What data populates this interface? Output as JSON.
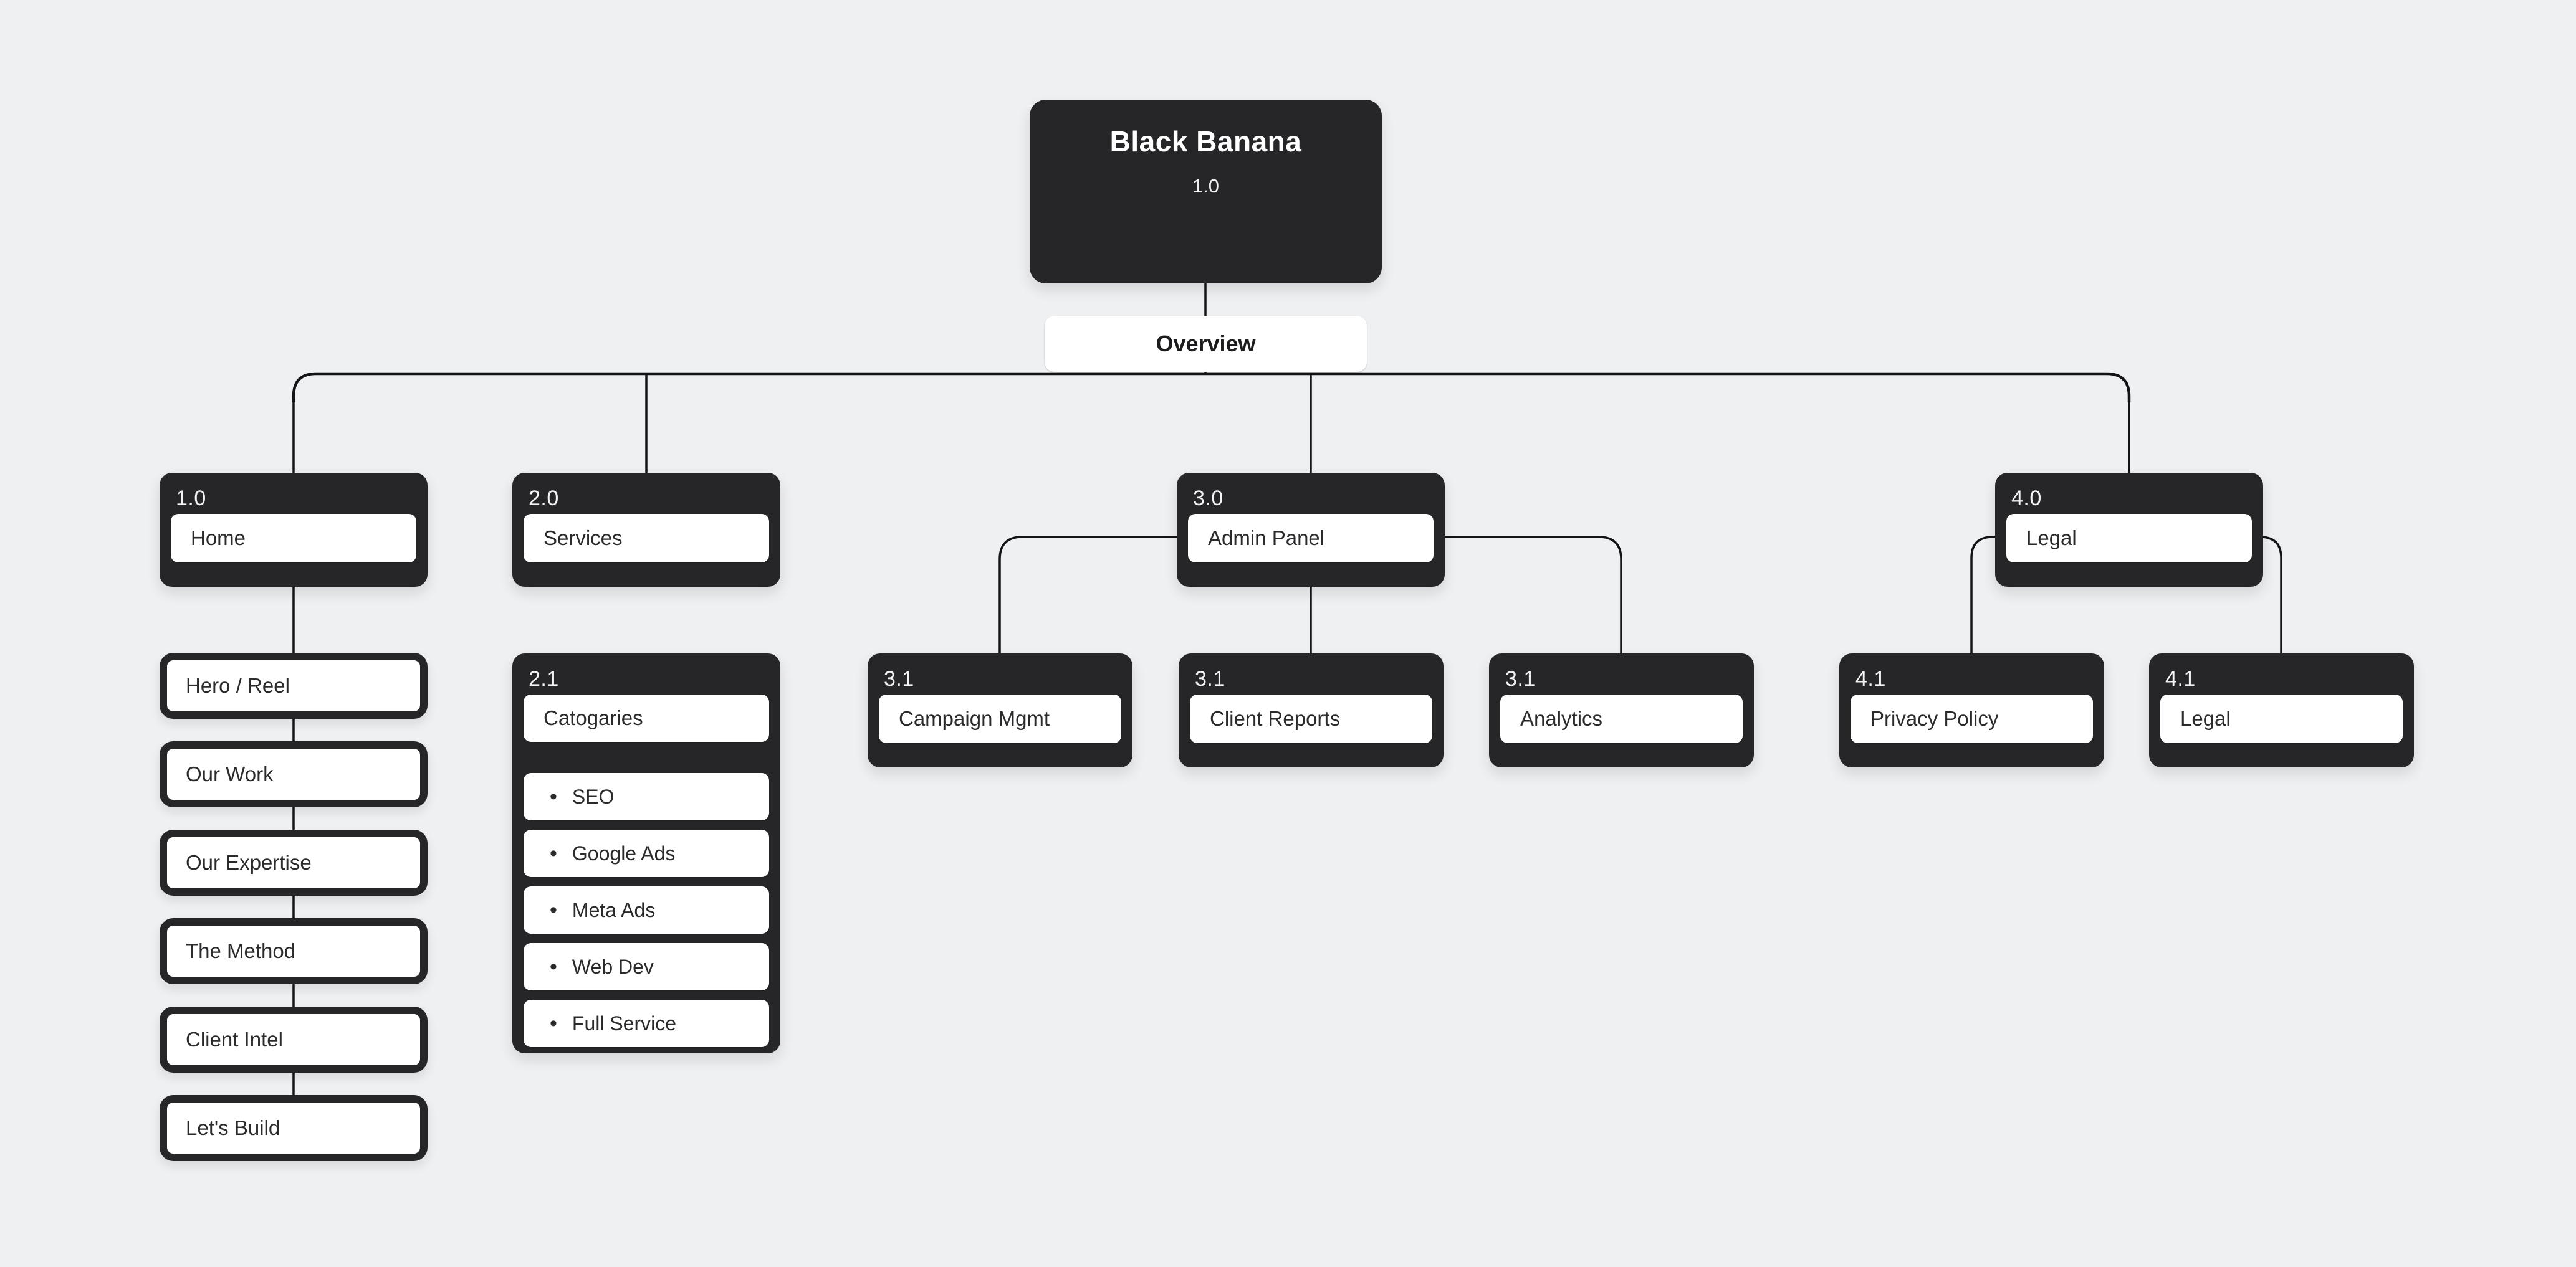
{
  "colors": {
    "background": "#eff0f2",
    "card_dark": "#262629",
    "card_white": "#ffffff",
    "line": "#141416",
    "text_dark": "#2b2b2e",
    "text_light": "#f4f4f5"
  },
  "bullet_char": "•",
  "root": {
    "title": "Black Banana",
    "code": "1.0",
    "button_label": "Overview"
  },
  "level1": [
    {
      "code": "1.0",
      "label": "Home"
    },
    {
      "code": "2.0",
      "label": "Services"
    },
    {
      "code": "3.0",
      "label": "Admin Panel"
    },
    {
      "code": "4.0",
      "label": "Legal"
    }
  ],
  "home_sections": [
    "Hero / Reel",
    "Our Work",
    "Our Expertise",
    "The Method",
    "Client Intel",
    "Let's Build"
  ],
  "services_card": {
    "code": "2.1",
    "label": "Catogaries",
    "items": [
      "SEO",
      "Google Ads",
      "Meta Ads",
      "Web Dev",
      "Full Service"
    ]
  },
  "admin_children": [
    {
      "code": "3.1",
      "label": "Campaign Mgmt"
    },
    {
      "code": "3.1",
      "label": "Client Reports"
    },
    {
      "code": "3.1",
      "label": "Analytics"
    }
  ],
  "legal_children": [
    {
      "code": "4.1",
      "label": "Privacy Policy"
    },
    {
      "code": "4.1",
      "label": "Legal"
    }
  ]
}
